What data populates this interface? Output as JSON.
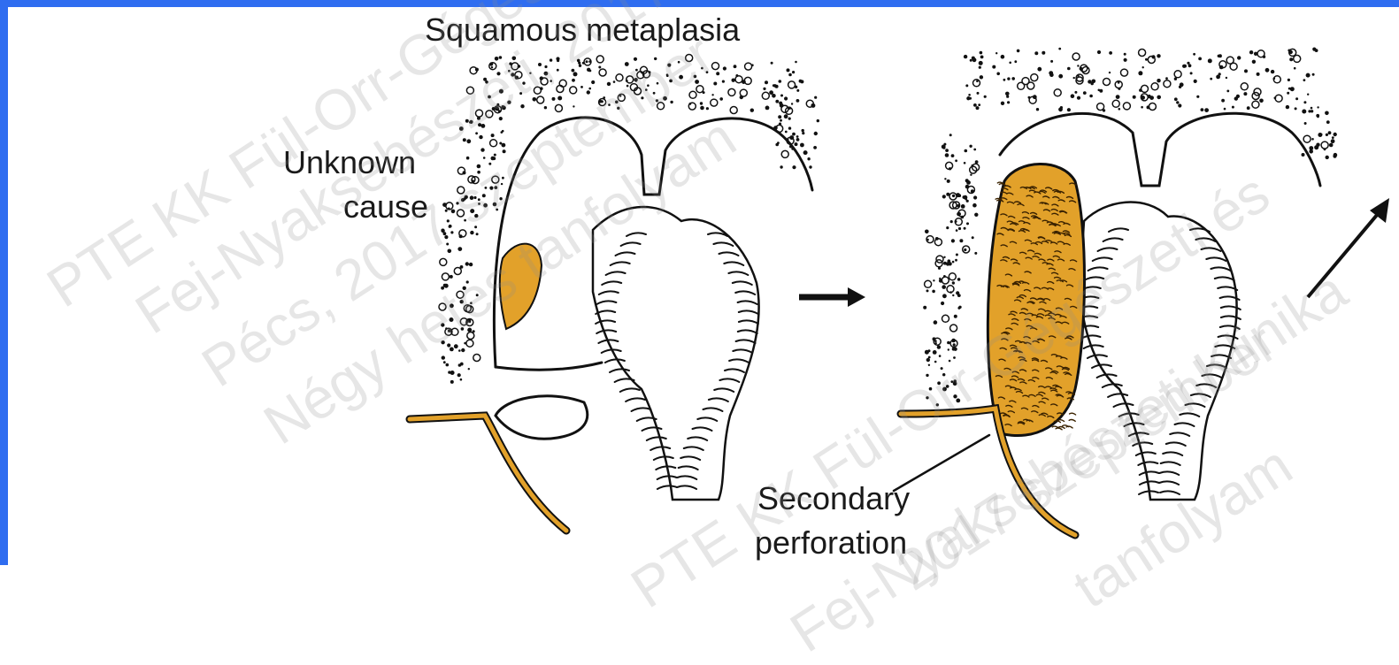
{
  "labels": {
    "squamous_metaplasia": "Squamous metaplasia",
    "unknown_cause_line1": "Unknown",
    "unknown_cause_line2": "cause",
    "secondary_perforation_line1": "Secondary",
    "secondary_perforation_line2": "perforation"
  },
  "watermarks": [
    "PTE KK Fül-Orr-Gégészeti Klinika",
    "Fej-Nyaksebészeti, 2017 szeptember",
    "Pécs, 2017 szeptember",
    "Négy hetes tanfolyam",
    "PTE KK Fül-Orr-Gégészeti és",
    "Fej-Nyaksebészeti Klinika",
    "2017 szeptember",
    "tanfolyam"
  ],
  "colors": {
    "frame": "#2f6df0",
    "cholesteatoma": "#e2a12a",
    "ink": "#111111"
  },
  "icons": {
    "arrow_right": "arrow-right-icon",
    "arrow_diagonal": "arrow-up-right-icon"
  }
}
